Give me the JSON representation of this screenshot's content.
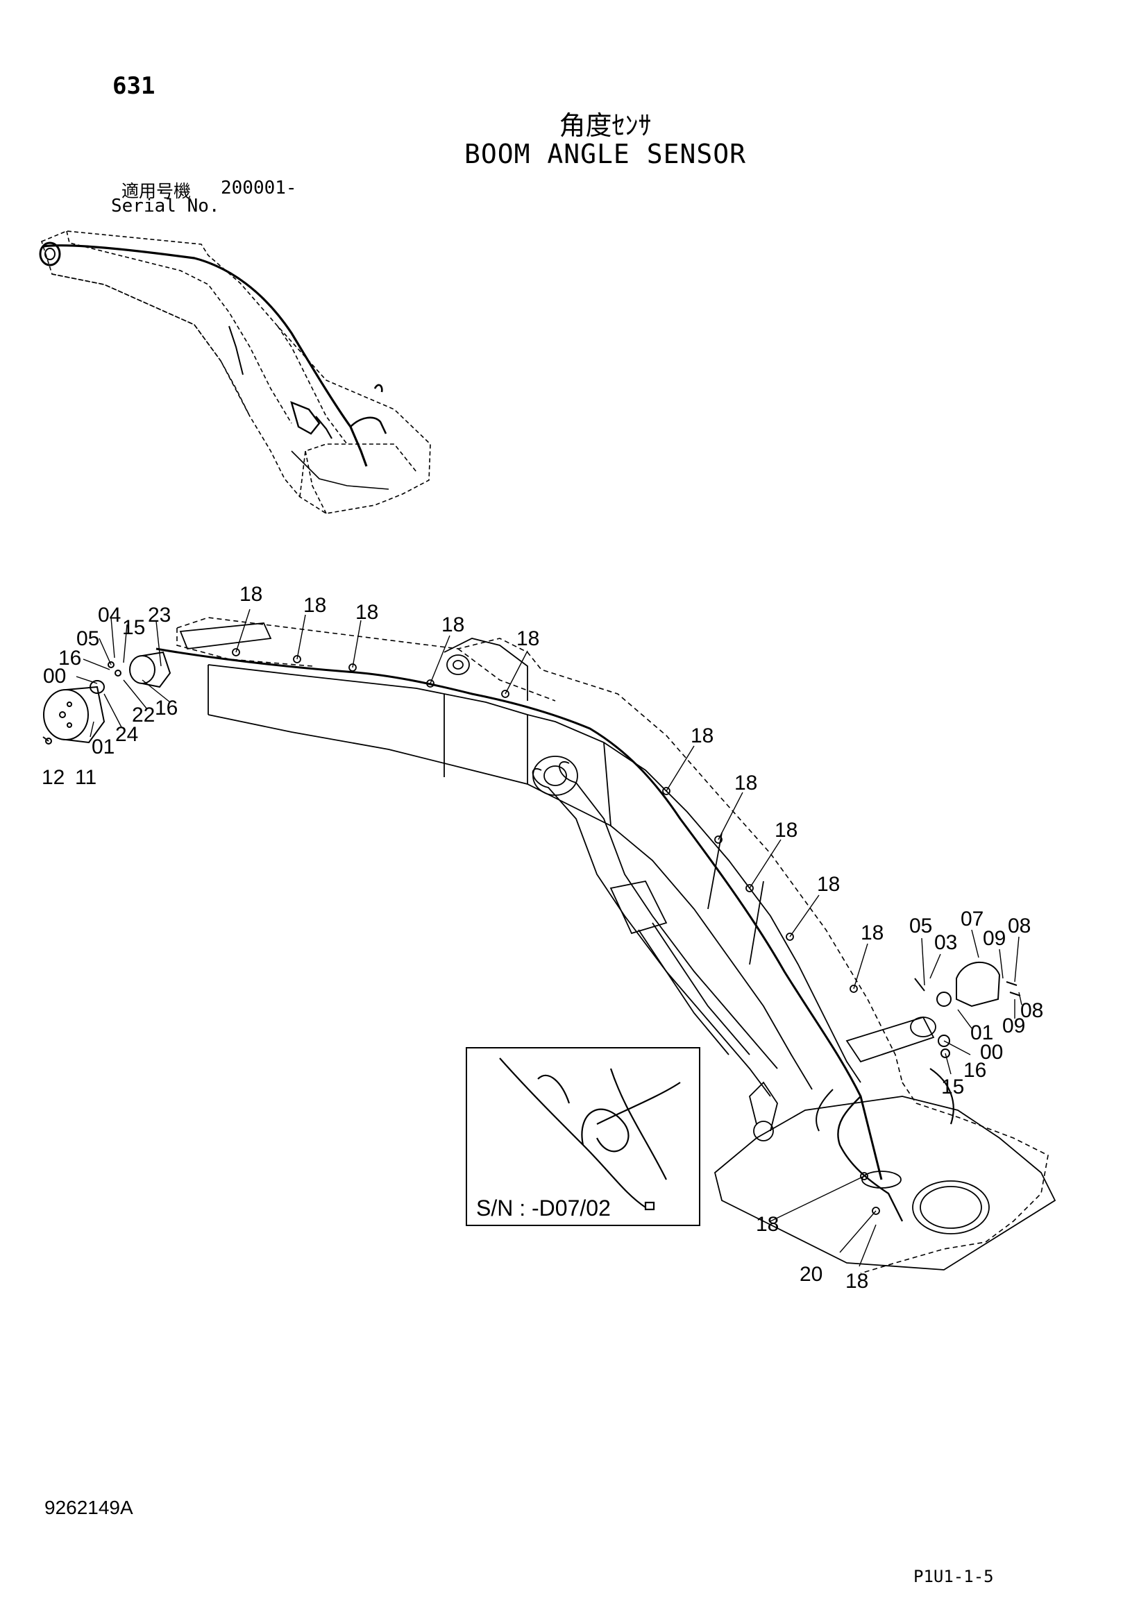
{
  "header": {
    "page_number": "631",
    "title_jp": "角度ｾﾝｻ",
    "title_en": "BOOM ANGLE SENSOR",
    "serial_label_jp": "適用号機",
    "serial_range": "200001-",
    "serial_label_en": "Serial No."
  },
  "inset": {
    "caption": "S/N : -D07/02"
  },
  "callouts": {
    "sensor_left": {
      "c04": "04",
      "c15": "15",
      "c23": "23",
      "c05": "05",
      "c16a": "16",
      "c00": "00",
      "c22": "22",
      "c16b": "16",
      "c24": "24",
      "c01": "01",
      "c12": "12",
      "c11": "11"
    },
    "boom_18": {
      "a": "18",
      "b": "18",
      "c": "18",
      "d": "18",
      "e": "18",
      "f": "18",
      "g": "18",
      "h": "18",
      "i": "18",
      "j": "18",
      "k": "18",
      "l": "18"
    },
    "sensor_right": {
      "c05": "05",
      "c07": "07",
      "c03": "03",
      "c09a": "09",
      "c08a": "08",
      "c08b": "08",
      "c01": "01",
      "c09b": "09",
      "c00": "00",
      "c16": "16",
      "c15": "15"
    },
    "base": {
      "c20": "20"
    }
  },
  "footer": {
    "drawing_number": "9262149A",
    "page_ref": "P1U1-1-5"
  }
}
